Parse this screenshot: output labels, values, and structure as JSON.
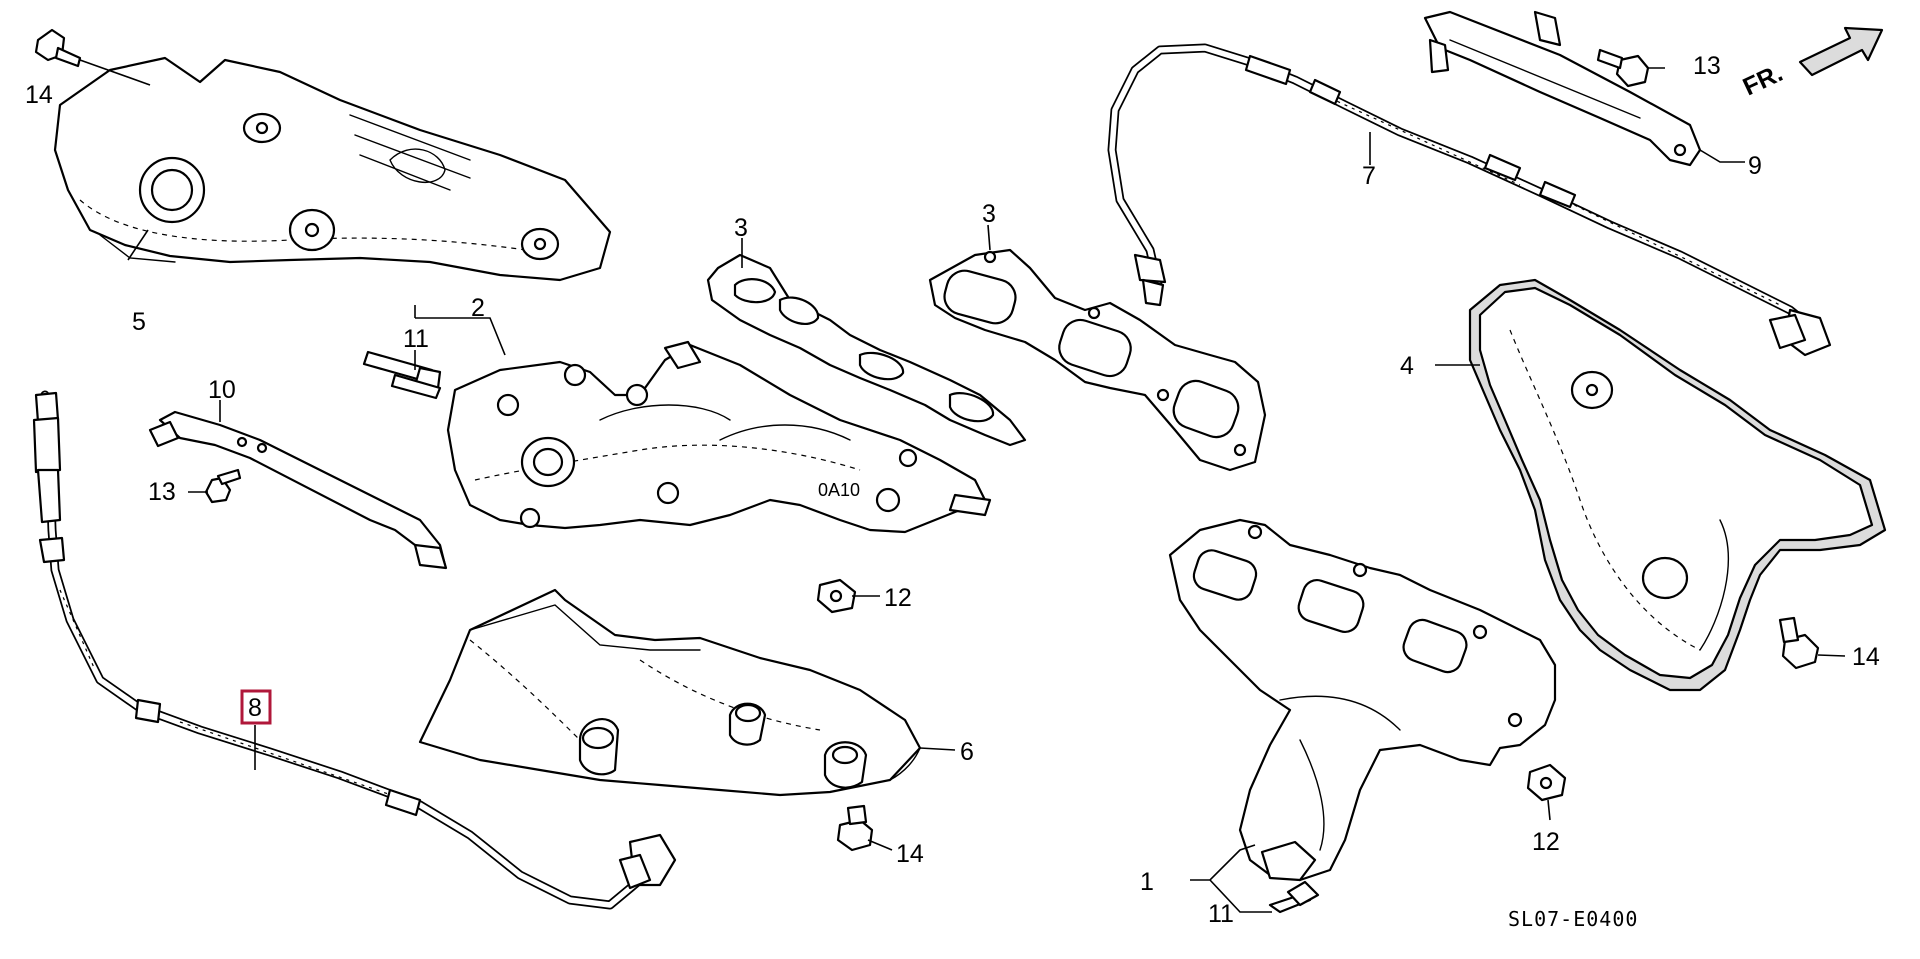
{
  "diagram": {
    "callouts": {
      "c1": "1",
      "c2": "2",
      "c3a": "3",
      "c3b": "3",
      "c4": "4",
      "c5": "5",
      "c6": "6",
      "c7": "7",
      "c8": "8",
      "c9": "9",
      "c10": "10",
      "c11a": "11",
      "c11b": "11",
      "c12a": "12",
      "c12b": "12",
      "c13a": "13",
      "c13b": "13",
      "c14a": "14",
      "c14b": "14",
      "c14c": "14"
    },
    "direction_label": "FR.",
    "part_stamp": "0A10",
    "diagram_code": "SL07-E0400",
    "highlight_color": "#b0173a"
  }
}
